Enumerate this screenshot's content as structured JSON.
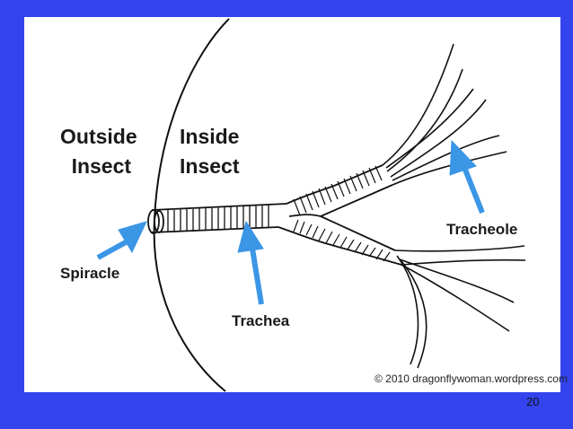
{
  "labels": {
    "outside": [
      "Outside",
      "Insect"
    ],
    "inside": [
      "Inside",
      "Insect"
    ],
    "spiracle": "Spiracle",
    "trachea": "Trachea",
    "tracheole": "Tracheole"
  },
  "copyright": "© 2010 dragonflywoman.wordpress.com",
  "page_number": "20",
  "colors": {
    "background": "#3344ee",
    "panel": "#ffffff",
    "arrow": "#3b96e6",
    "line": "#111111"
  }
}
